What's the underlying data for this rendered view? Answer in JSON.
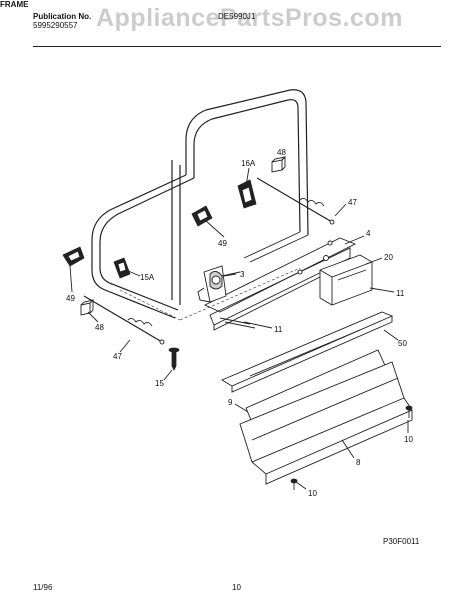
{
  "header": {
    "publication_label": "Publication No.",
    "publication_number": "5995290557",
    "model_fragment": "DE5990J1",
    "section_title": "FRAME"
  },
  "watermark": "AppliancePartsPros.com",
  "callouts": {
    "c48a": "48",
    "c16a_a": "16A",
    "c47a": "47",
    "c4": "4",
    "c20": "20",
    "c11a": "11",
    "c49a": "49",
    "c3": "3",
    "c15a_b": "15A",
    "c49b": "49",
    "c48b": "48",
    "c11b": "11",
    "c47b": "47",
    "c50": "50",
    "c15": "15",
    "c9": "9",
    "c10a": "10",
    "c8": "8",
    "c10b": "10"
  },
  "footer": {
    "figure_code": "P30F0011",
    "date": "11/96",
    "page": "10"
  }
}
